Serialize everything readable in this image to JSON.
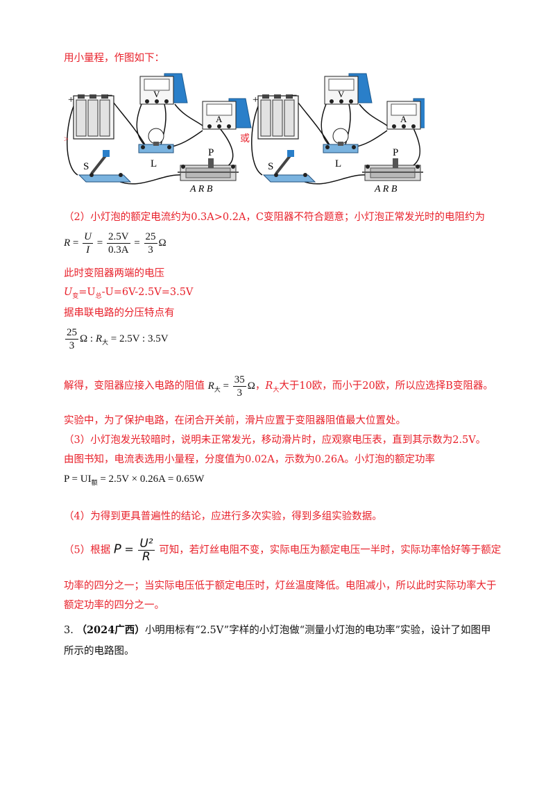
{
  "intro": "用小量程，作图如下：",
  "figure": {
    "or_label": "或",
    "left_mark": ">",
    "labels": {
      "plus": "+",
      "minus": "−",
      "voltmeter": "V",
      "ammeter": "A",
      "switch": "S",
      "lamp": "L",
      "slider": "P",
      "terminals": "A R B"
    }
  },
  "part2": {
    "line1": "（2）小灯泡的额定电流约为0.3A>0.2A，C变阻器不符合题意；小灯泡正常发光时的电阻约为",
    "eq1": {
      "lhs": "R",
      "num1": "U",
      "den1": "I",
      "num2": "2.5V",
      "den2": "0.3A",
      "num3": "25",
      "den3": "3",
      "unit": "Ω"
    },
    "line2": "此时变阻器两端的电压",
    "line3": {
      "u": "U",
      "sub1": "变",
      "mid": "=U",
      "sub2": "总",
      "rest": "-U=6V-2.5V=3.5V"
    },
    "line4": "据串联电路的分压特点有",
    "eq2": {
      "num": "25",
      "den": "3",
      "unit": "Ω",
      "colon": ":",
      "r": "R",
      "sub": "大",
      "rhs": "= 2.5V : 3.5V"
    },
    "line5": {
      "pre": "解得，变阻器应接入电路的阻值",
      "r": "R",
      "sub": "大",
      "eq": "=",
      "num": "35",
      "den": "3",
      "unit": "Ω",
      "post_r": "R",
      "post_sub": "大",
      "post": "大于10欧，而小于20欧，所以应选择B变阻器。"
    },
    "line6": "实验中，为了保护电路，在闭合开关前，滑片应置于变阻器阻值最大位置处。"
  },
  "part3": {
    "line1": "（3）小灯泡发光较暗时，说明未正常发光，移动滑片时，应观察电压表，直到其示数为2.5V。",
    "line2": "由图书知，电流表选用小量程，分度值为0.02A，示数为0.26A。小灯泡的额定功率",
    "eq": {
      "lhs": "P = UI",
      "sub": "额",
      "rhs": "= 2.5V × 0.26A = 0.65W"
    }
  },
  "part4": {
    "line1": "（4）为得到更具普遍性的结论，应进行多次实验，得到多组实验数据。"
  },
  "part5": {
    "pre": "（5）根据",
    "p": "P",
    "eq": "=",
    "num": "U²",
    "den": "R",
    "post": "可知，若灯丝电阻不变，实际电压为额定电压一半时，实际功率恰好等于额定",
    "line2": "功率的四分之一；当实际电压低于额定电压时，灯丝温度降低。电阻减小，所以此时实际功率大于",
    "line3": "额定功率的四分之一。"
  },
  "q3": {
    "num": "3.",
    "source": "（2024广西）",
    "text1": "小明用标有“2.5V”字样的小灯泡做“测量小灯泡的电功率”实验，设计了如图甲",
    "text2": "所示的电路图。"
  }
}
